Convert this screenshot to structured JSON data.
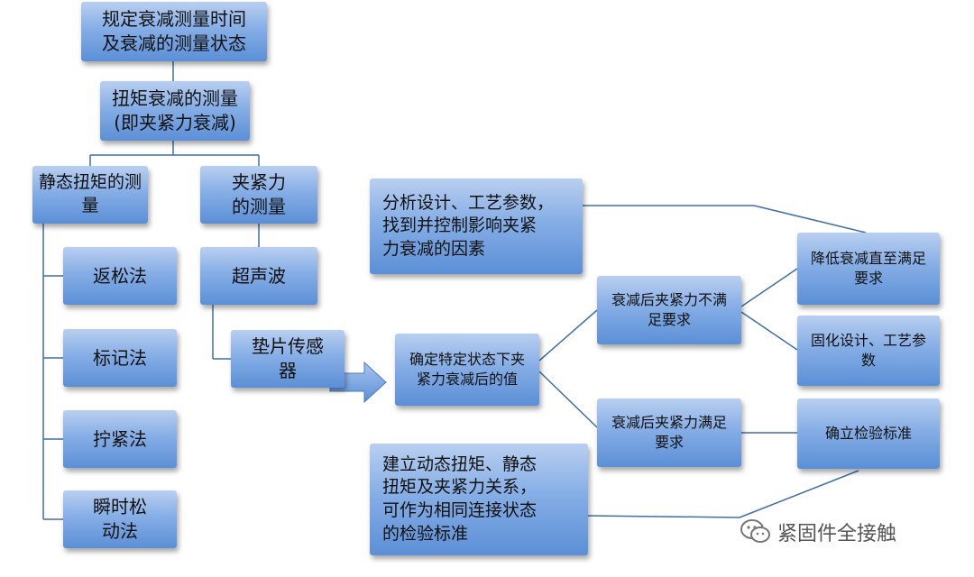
{
  "nodes": {
    "define_measurement": "规定衰减测量时间\n及衰减的测量状态",
    "torque_decay": "扭矩衰减的测量\n(即夹紧力衰减)",
    "static_torque": "静态扭矩的测\n量",
    "clamp_force_measure": "夹紧力\n的测量",
    "loosening_method": "返松法",
    "marking_method": "标记法",
    "tightening_method": "拧紧法",
    "instant_loosen_method": "瞬时松\n动法",
    "ultrasonic": "超声波",
    "washer_sensor": "垫片传感\n器",
    "analyze_design": "分析设计、工艺参数，\n找到并控制影响夹紧\n力衰减的因素",
    "determine_value": "确定特定状态下夹\n紧力衰减后的值",
    "not_satisfied": "衰减后夹紧力不满\n足要求",
    "satisfied": "衰减后夹紧力满足\n要求",
    "reduce_decay": "降低衰减直至满足\n要求",
    "fix_design": "固化设计、工艺参\n数",
    "establish_standard": "确立检验标准",
    "establish_relationship": "建立动态扭矩、静态\n扭矩及夹紧力关系，\n可作为相同连接状态\n的检验标准"
  },
  "watermark": {
    "text": "紧固件全接触",
    "icon": "wechat-icon"
  },
  "colors": {
    "box_top": "#b9cff0",
    "box_bottom": "#5b8fd6",
    "connector": "#3f6fa8",
    "arrow": "#5b8fd6"
  }
}
